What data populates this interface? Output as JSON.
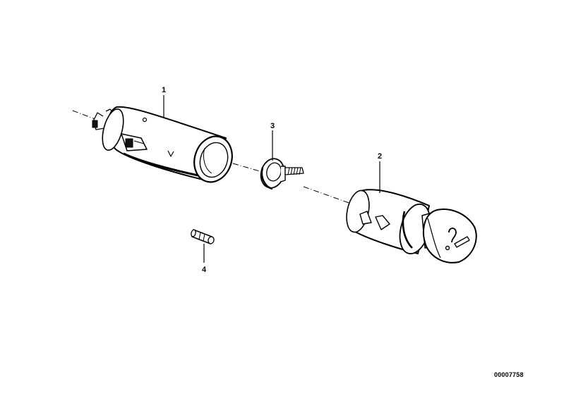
{
  "diagram": {
    "parts": [
      {
        "number": "1",
        "name": "lighter-socket-housing"
      },
      {
        "number": "2",
        "name": "lighter-element-knob"
      },
      {
        "number": "3",
        "name": "screw-with-washer"
      },
      {
        "number": "4",
        "name": "bulb"
      }
    ],
    "document_number": "00007758"
  }
}
